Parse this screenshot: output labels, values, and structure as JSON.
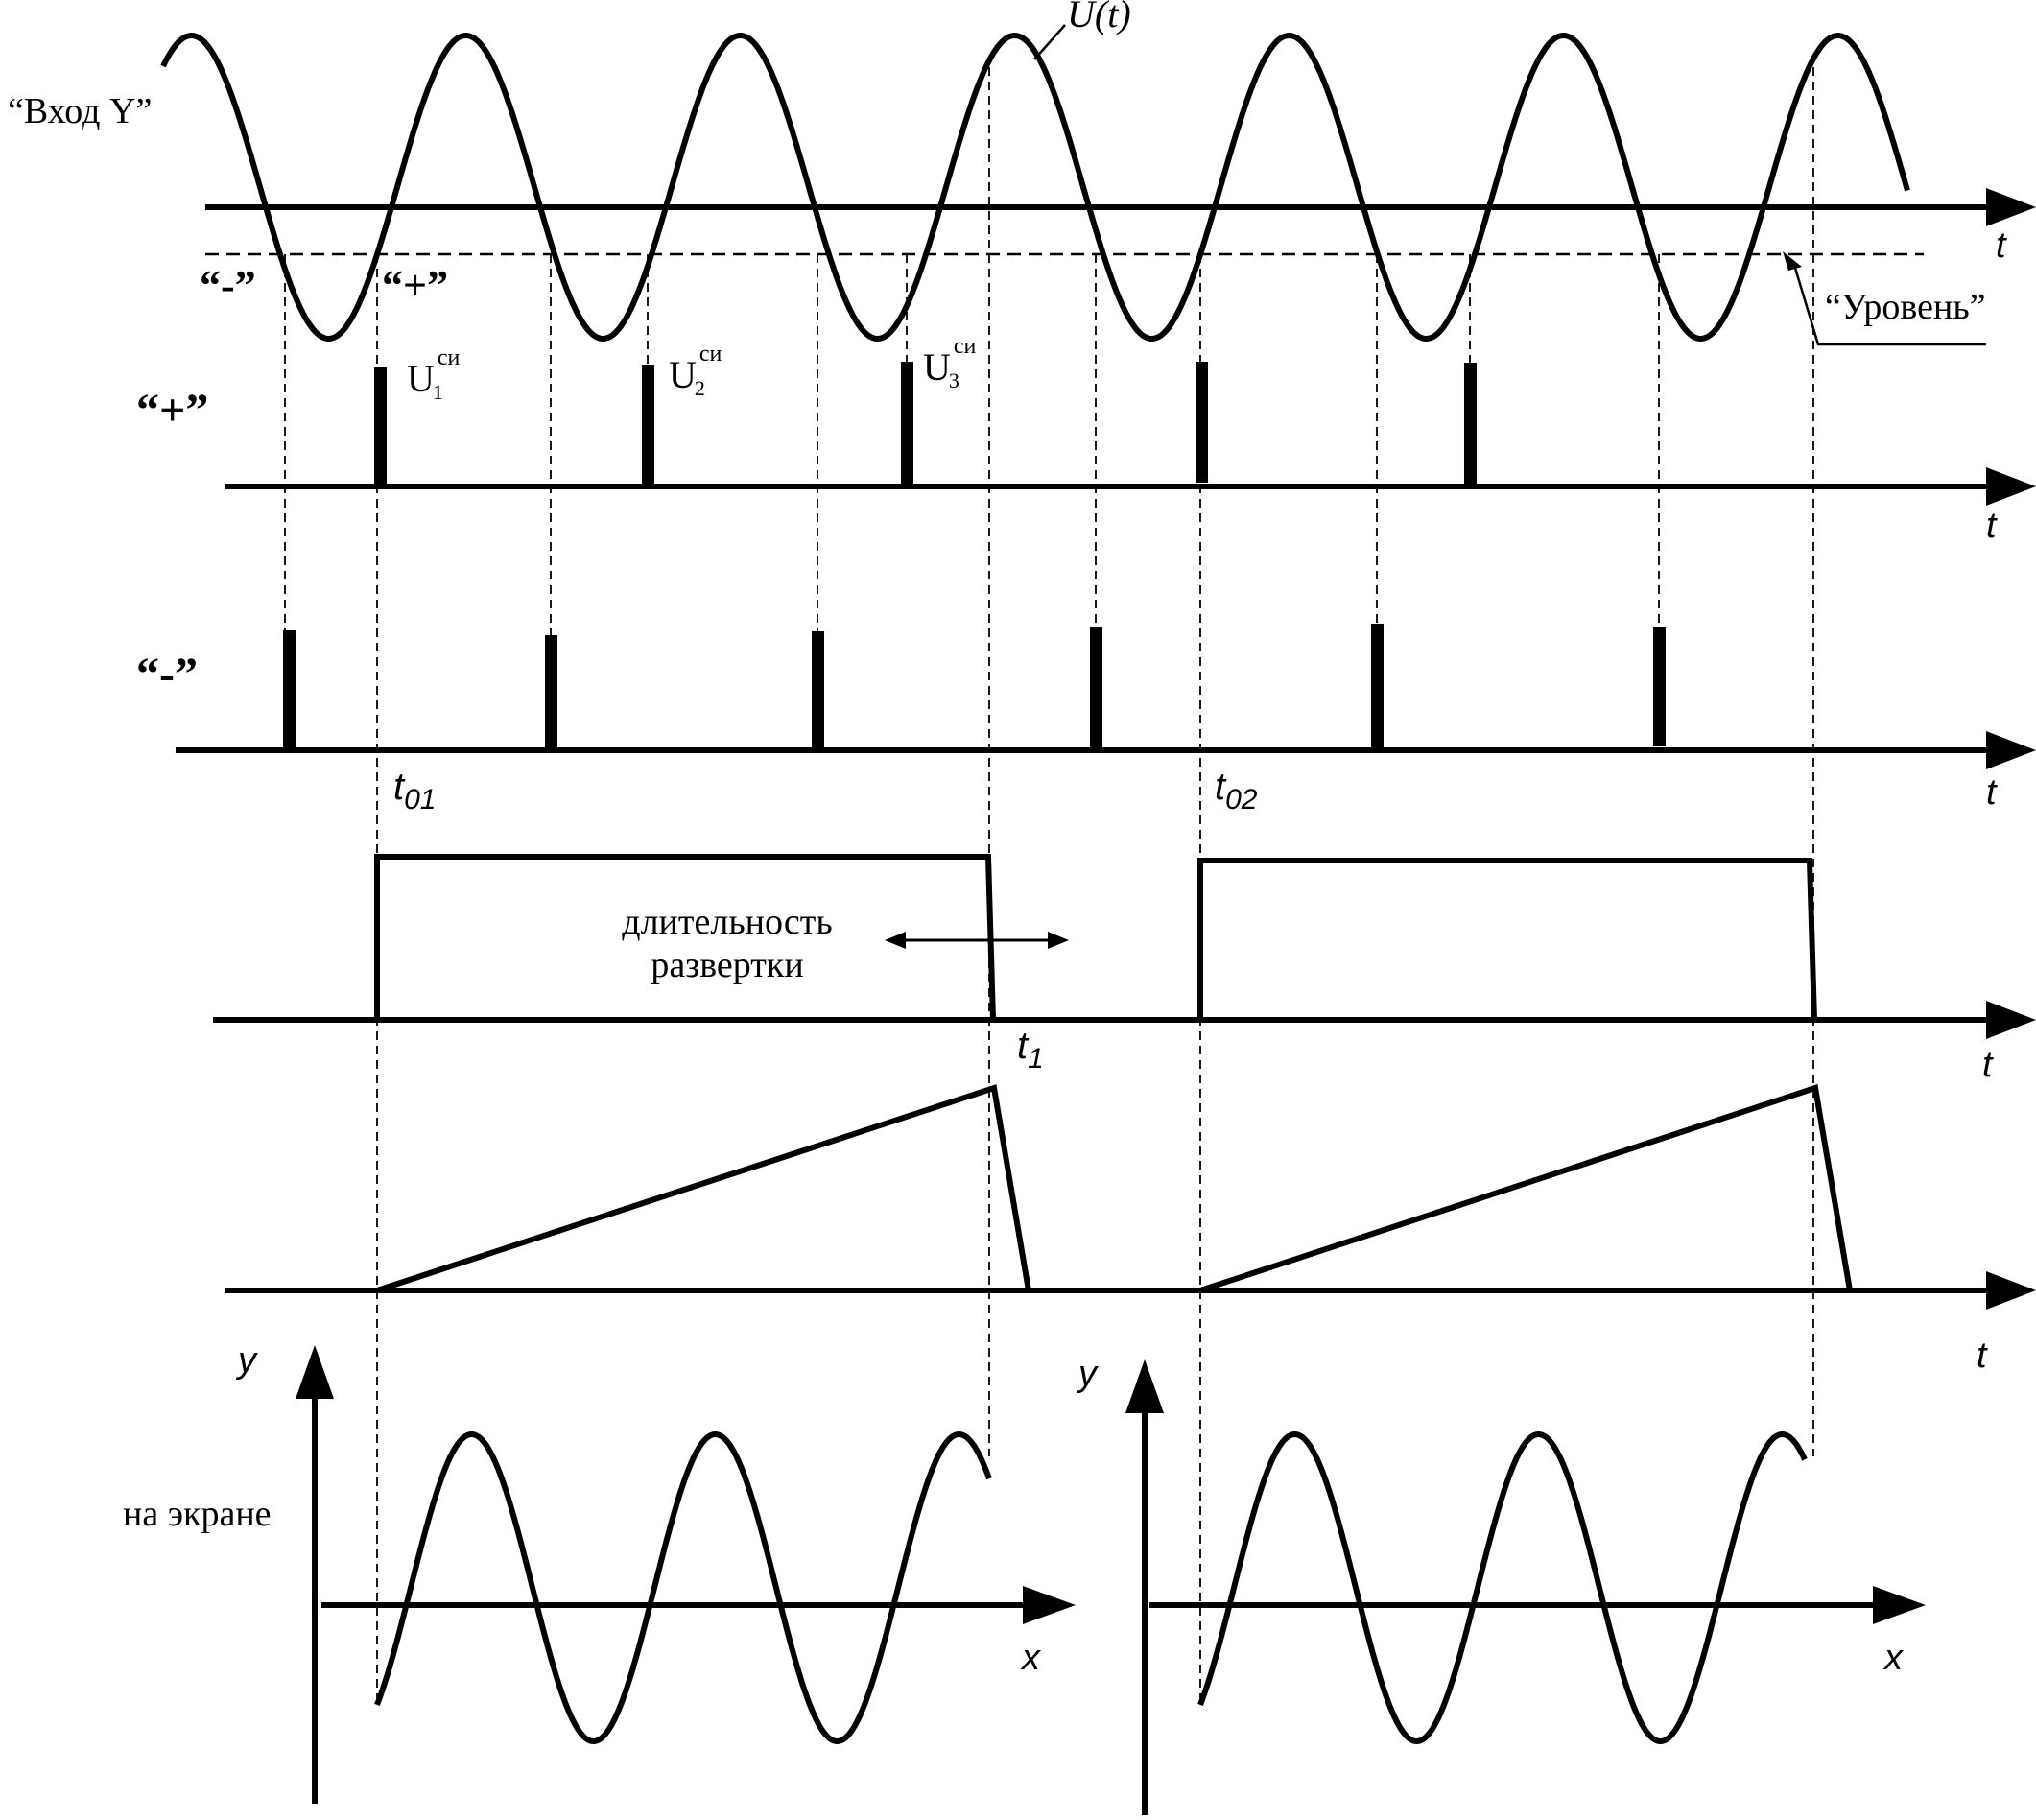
{
  "labels": {
    "input_y": "“Вход Y”",
    "signal": "U(t)",
    "minus_slope": "“-”",
    "plus_slope": "“+”",
    "level": "“Уровень”",
    "row_plus": "“+”",
    "row_minus": "“-”",
    "u_letter": "U",
    "u_sup": "си",
    "u1_sub": "1",
    "u2_sub": "2",
    "u3_sub": "3",
    "t0_letter": "t",
    "t01_sub": "01",
    "t02_sub": "02",
    "t1_letter": "t",
    "t1_sub": "1",
    "duration_line1": "длительность",
    "duration_line2": "развертки",
    "on_screen": "на экране",
    "axis_t": "t",
    "axis_x": "x",
    "axis_y": "y"
  }
}
